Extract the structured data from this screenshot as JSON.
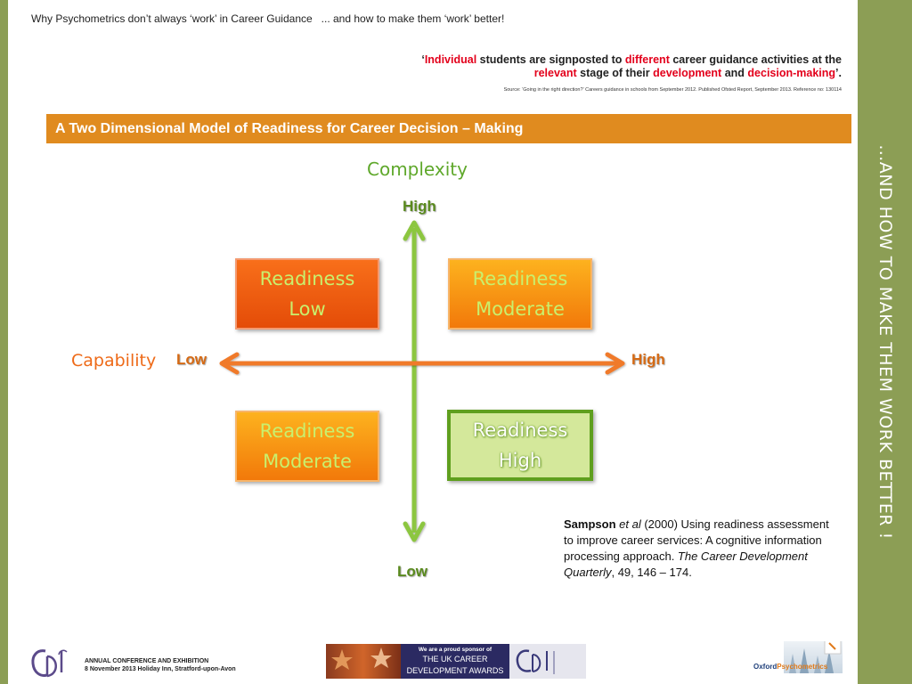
{
  "header": {
    "title": "Why Psychometrics don’t always ‘work’ in Career Guidance   ... and how to make them ‘work’ better!"
  },
  "quote": {
    "open": "‘",
    "w1": "Individual",
    "t1": " students are signposted to ",
    "w2": "different",
    "t2": " career guidance activities at the ",
    "w3": "relevant",
    "t3": " stage of their ",
    "w4": "development",
    "t4": " and ",
    "w5": "decision-making",
    "close": "’."
  },
  "source": "Source: ‘Going in the right direction?’ Careers guidance in schools from September 2012. Published Ofsted Report,  September  2013. Reference no: 130114",
  "section_title": "A Two Dimensional Model of Readiness for Career Decision – Making",
  "model": {
    "vertical_label": "Complexity",
    "vertical_high": "High",
    "vertical_low": "Low",
    "horizontal_label": "Capability",
    "horizontal_low": "Low",
    "horizontal_high": "High",
    "quadrants": {
      "top_left": [
        "Readiness",
        "Low"
      ],
      "top_right": [
        "Readiness",
        "Moderate"
      ],
      "bottom_left": [
        "Readiness",
        "Moderate"
      ],
      "bottom_right": [
        "Readiness",
        "High"
      ]
    }
  },
  "reference": {
    "author": "Sampson",
    "etal": "et al",
    "text1": " (2000) Using readiness assessment to improve career services: A cognitive information processing approach. ",
    "journal": "The Career Development Quarterly",
    "text2": ", 49, 146 – 174."
  },
  "side_banner": "…AND HOW TO MAKE THEM WORK BETTER !",
  "footer": {
    "conference_line1": "ANNUAL CONFERENCE AND EXHIBITION",
    "conference_line2": "8 November 2013  Holiday Inn, Stratford-upon-Avon",
    "sponsor_line1": "We are a proud sponsor of",
    "sponsor_line2": "THE UK CAREER",
    "sponsor_line3": "DEVELOPMENT AWARDS",
    "oxford_name1": "Oxford",
    "oxford_name2": "Psychometrics"
  },
  "colors": {
    "accent_green": "#8c9e55",
    "section_orange": "#e08b1f",
    "red": "#e3001b"
  }
}
